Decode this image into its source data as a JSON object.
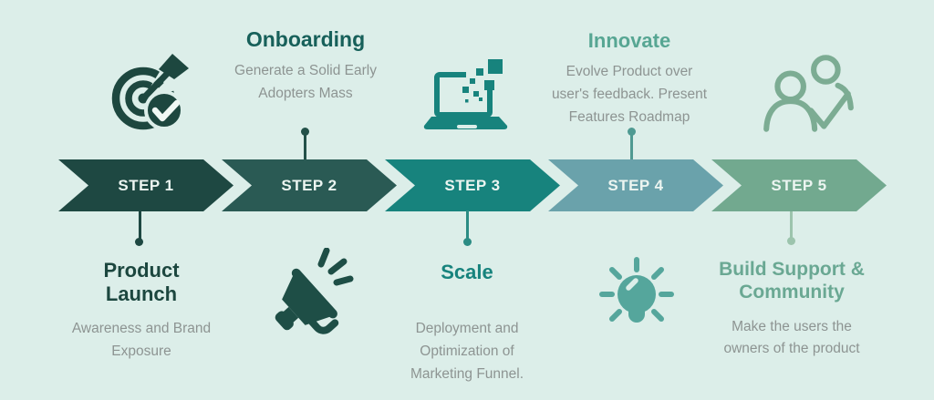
{
  "background_color": "#dceee9",
  "diagram_type": "5-step horizontal arrow process timeline",
  "accent_colors": {
    "step1": "#1e4842",
    "step2": "#2a5a54",
    "step3": "#17837d",
    "step4": "#6aa2ab",
    "step5": "#72a98f",
    "body_text": "#8d9492",
    "arrow_label_text": "#ecf5f1"
  },
  "steps": [
    {
      "label": "STEP 1",
      "color": "#1e4842",
      "text_position": "below",
      "icon": "dartboard-dart-check-icon",
      "icon_position": "above",
      "title": "Product\nLaunch",
      "title_color": "#1c473f",
      "description": "Awareness and Brand\nExposure"
    },
    {
      "label": "STEP 2",
      "color": "#2a5a54",
      "text_position": "above",
      "icon": "megaphone-icon",
      "icon_position": "below",
      "title": "Onboarding",
      "title_color": "#17605a",
      "description": "Generate a Solid Early\nAdopters Mass"
    },
    {
      "label": "STEP 3",
      "color": "#17837d",
      "text_position": "below",
      "icon": "laptop-pixels-icon",
      "icon_position": "above",
      "title": "Scale",
      "title_color": "#17837d",
      "description": "Deployment and\nOptimization of\nMarketing Funnel."
    },
    {
      "label": "STEP 4",
      "color": "#6aa2ab",
      "text_position": "above",
      "icon": "lightbulb-icon",
      "icon_position": "below",
      "title": "Innovate",
      "title_color": "#57a693",
      "description": "Evolve Product over\nuser's feedback. Present\nFeatures Roadmap"
    },
    {
      "label": "STEP 5",
      "color": "#72a98f",
      "text_position": "below",
      "icon": "people-check-icon",
      "icon_position": "above",
      "title": "Build Support &\nCommunity",
      "title_color": "#6aa893",
      "description": "Make the users the\nowners of the product"
    }
  ]
}
